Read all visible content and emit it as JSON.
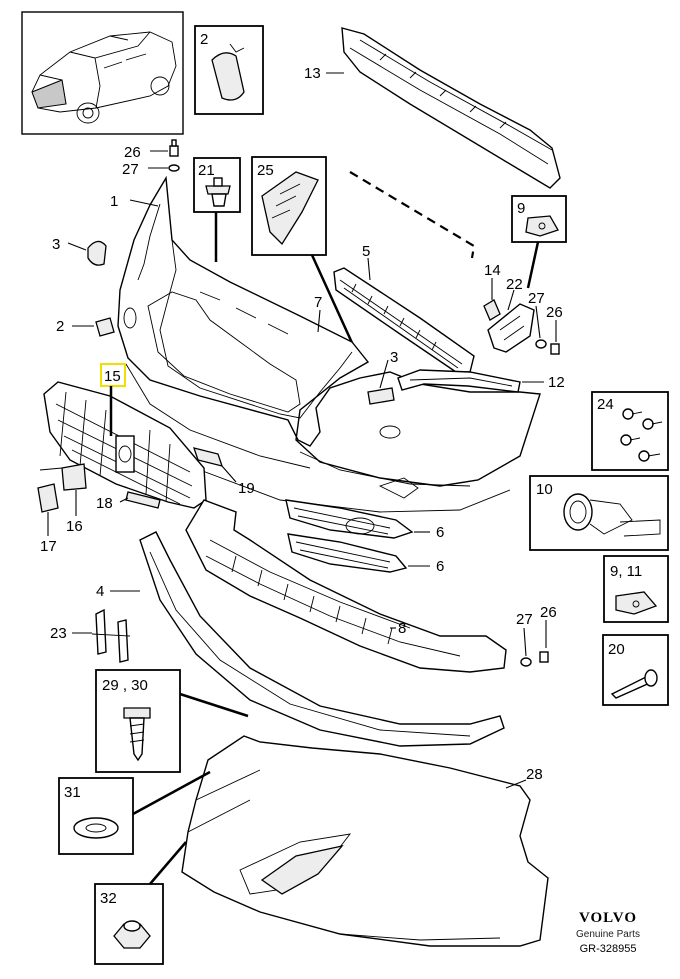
{
  "callouts": {
    "c1": "1",
    "c2": "2",
    "c3a": "3",
    "c3b": "3",
    "c4": "4",
    "c5": "5",
    "c6a": "6",
    "c6b": "6",
    "c7": "7",
    "c8": "8",
    "c12": "12",
    "c13": "13",
    "c14": "14",
    "c16": "16",
    "c17": "17",
    "c18": "18",
    "c19": "19",
    "c22": "22",
    "c23": "23",
    "c26a": "26",
    "c26b": "26",
    "c26c": "26",
    "c27a": "27",
    "c27b": "27",
    "c27c": "27",
    "c28": "28",
    "c15": "15"
  },
  "boxes": {
    "b2": "2",
    "b21": "21",
    "b25": "25",
    "b9": "9",
    "b24": "24",
    "b10": "10",
    "b9_11": "9, 11",
    "b20": "20",
    "b29_30": "29 , 30",
    "b31": "31",
    "b32": "32"
  },
  "brand": {
    "logo": "VOLVO",
    "subtitle": "Genuine Parts",
    "ref": "GR-328955"
  },
  "colors": {
    "highlight": "#f0e000",
    "line": "#000000",
    "part_fill": "#ededed"
  }
}
